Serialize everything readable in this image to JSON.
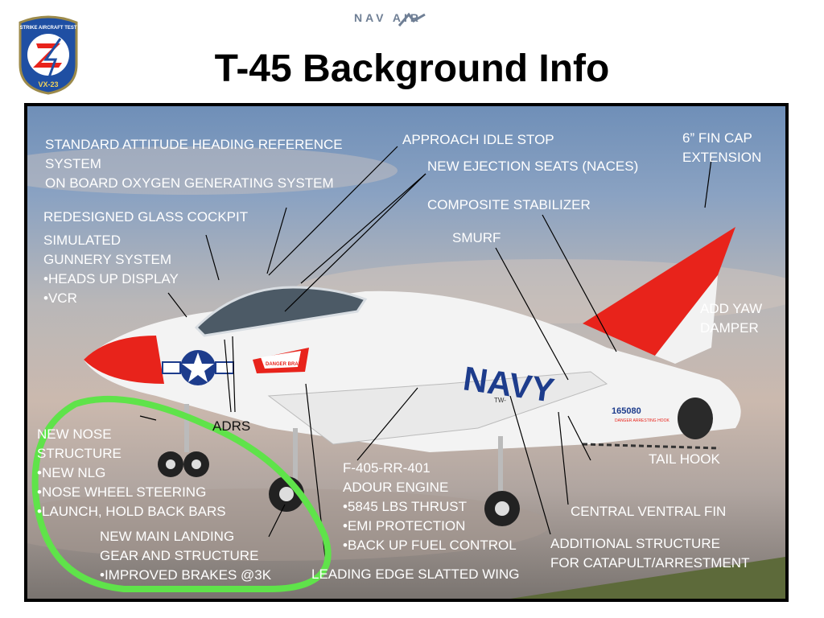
{
  "header": {
    "title": "T-45 Background Info",
    "navair_logo_text": "NAV AIR",
    "squadron_logo_top_text": "STRIKE AIRCRAFT TEST",
    "squadron_logo_bottom_text": "VX-23"
  },
  "aircraft_markings": {
    "navy": "NAVY",
    "bureau_number": "165080",
    "tw": "TW-",
    "danger_brake": "DANGER BRAKE",
    "arresting_hook": "DANGER ARRESTING HOOK"
  },
  "labels": {
    "sahrs": [
      "STANDARD ATTITUDE HEADING REFERENCE",
      "SYSTEM",
      "ON BOARD OXYGEN GENERATING SYSTEM"
    ],
    "approach_idle": "APPROACH IDLE STOP",
    "fin_cap": [
      "6” FIN CAP",
      "EXTENSION"
    ],
    "ejection_seats": "NEW EJECTION SEATS (NACES)",
    "composite_stab": "COMPOSITE STABILIZER",
    "glass_cockpit": "REDESIGNED GLASS  COCKPIT",
    "smurf": "SMURF",
    "gunnery": [
      "SIMULATED",
      "GUNNERY SYSTEM",
      "•HEADS UP DISPLAY",
      "•VCR"
    ],
    "yaw_damper": [
      "ADD YAW",
      "DAMPER"
    ],
    "adrs": "ADRS",
    "nose": [
      "NEW NOSE",
      "STRUCTURE",
      "•NEW NLG",
      "•NOSE WHEEL STEERING",
      "•LAUNCH, HOLD BACK BARS"
    ],
    "tail_hook": "TAIL HOOK",
    "engine": [
      "F-405-RR-401",
      "ADOUR ENGINE",
      "•5845 LBS THRUST",
      "•EMI PROTECTION",
      "•BACK UP FUEL CONTROL"
    ],
    "ventral_fin": "CENTRAL VENTRAL FIN",
    "main_gear": [
      "NEW MAIN LANDING",
      "GEAR AND STRUCTURE",
      "•IMPROVED BRAKES @3K"
    ],
    "additional_structure": [
      "ADDITIONAL STRUCTURE",
      "FOR CATAPULT/ARRESTMENT"
    ],
    "slatted_wing": "LEADING EDGE SLATTED WING"
  },
  "colors": {
    "label_text": "#ffffff",
    "dark_label_text": "#111111",
    "aircraft_red": "#e8231b",
    "highlight_green": "#5fe34a",
    "navy_blue": "#1d3c8c"
  }
}
